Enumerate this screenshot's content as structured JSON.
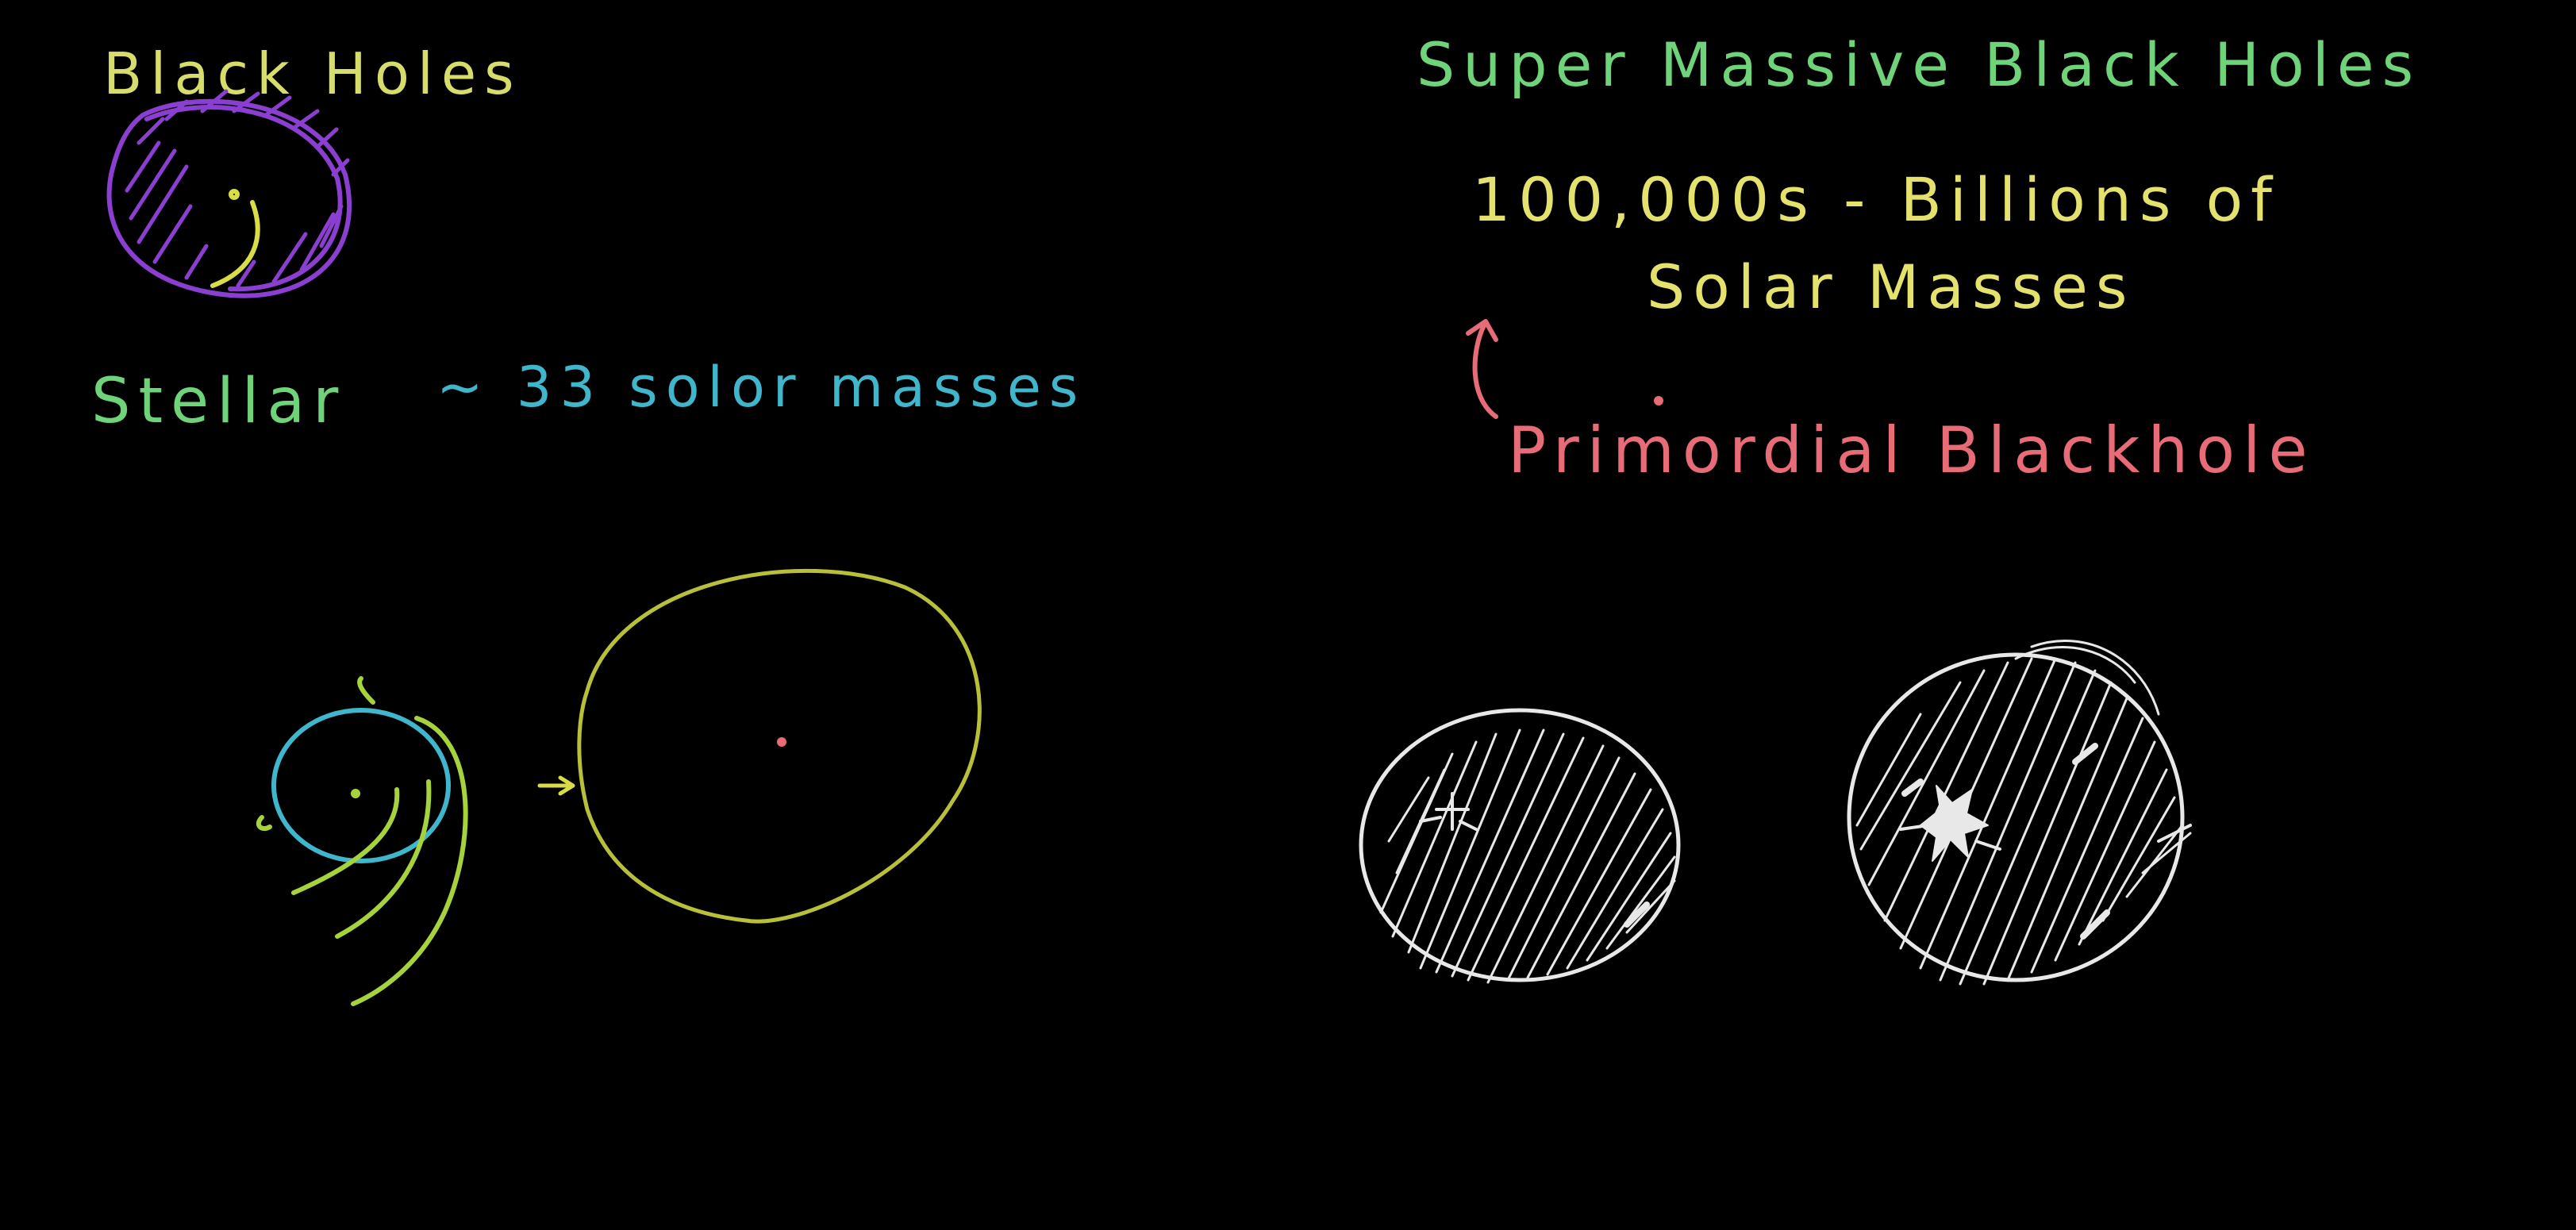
{
  "board": {
    "background_color": "#000000"
  },
  "notes": {
    "black_holes": {
      "text": "Black Holes",
      "color": "#d6dd6a"
    },
    "stellar": {
      "text": "Stellar",
      "color": "#6fd37a"
    },
    "stellar_mass": {
      "text": "~ 33 solor masses",
      "color": "#3fb6cc"
    },
    "supermassive": {
      "text": "Super Massive  Black Holes",
      "color": "#6fd37a"
    },
    "range": {
      "text": "100,000s - Billions of",
      "color": "#e4e26c"
    },
    "solar_masses": {
      "text": "Solar Masses",
      "color": "#e4e26c"
    },
    "primordial": {
      "text": "Primordial Blackhole",
      "color": "#e86b78"
    }
  },
  "colors": {
    "purple_ink": "#8a3fd1",
    "yellow_ink": "#d8dc46",
    "olive_ink": "#b8c039",
    "teal_ink": "#3fb6cc",
    "green_ink": "#a6d23c",
    "white_ink": "#e8e8e8",
    "red_ink": "#e86b78"
  }
}
